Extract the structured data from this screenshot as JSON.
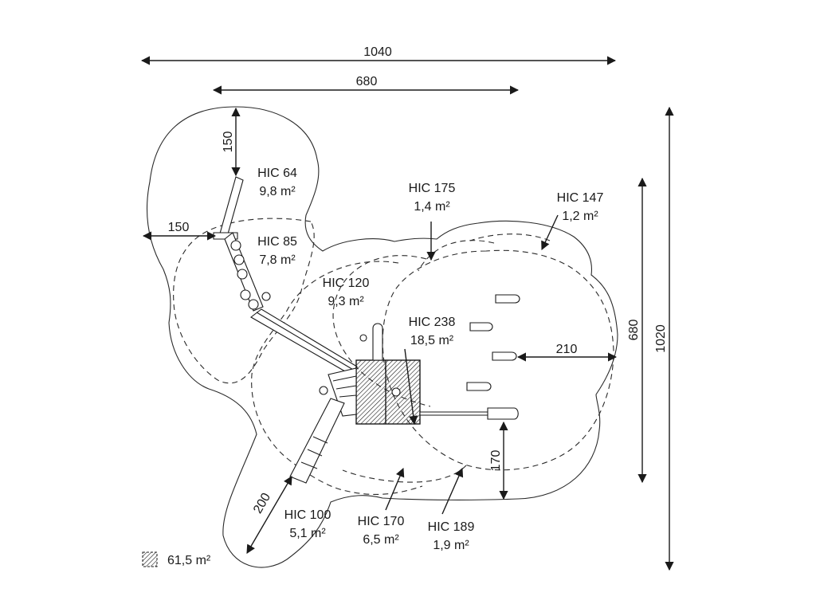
{
  "dimensions": {
    "total_width": "1040",
    "inner_width": "680",
    "total_height": "1020",
    "inner_height": "680",
    "swing_top": "150",
    "swing_left": "150",
    "spinner_right": "210",
    "bottom_right": "170",
    "slide_end": "200"
  },
  "zones": [
    {
      "hic": "HIC 64",
      "area": "9,8 m²"
    },
    {
      "hic": "HIC 85",
      "area": "7,8 m²"
    },
    {
      "hic": "HIC 120",
      "area": "9,3 m²"
    },
    {
      "hic": "HIC 175",
      "area": "1,4 m²"
    },
    {
      "hic": "HIC 147",
      "area": "1,2 m²"
    },
    {
      "hic": "HIC 238",
      "area": "18,5 m²"
    },
    {
      "hic": "HIC 100",
      "area": "5,1 m²"
    },
    {
      "hic": "HIC 170",
      "area": "6,5 m²"
    },
    {
      "hic": "HIC 189",
      "area": "1,9 m²"
    }
  ],
  "legend": {
    "icon": "hatched-square-icon",
    "total_area": "61,5 m²"
  }
}
